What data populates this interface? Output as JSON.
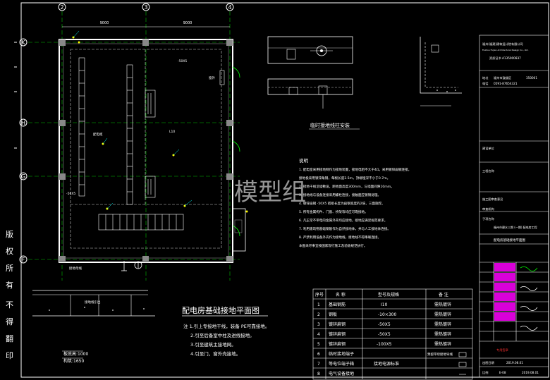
{
  "axes": {
    "columns": [
      "2",
      "3",
      "4"
    ],
    "rows": [
      "K",
      "H",
      "G",
      "F"
    ],
    "dim_top": [
      "9000",
      "9000"
    ]
  },
  "sidebar_text": [
    "版",
    "权",
    "所",
    "有",
    "不",
    "得",
    "翻",
    "印"
  ],
  "plan": {
    "title": "配电房基础接地平面图",
    "notes": [
      "注  1.引上专接地干线，装备  PE可靠接地。",
      "2.引至后备室中柱及进线接地。",
      "3.引至建筑主接地网。",
      "4.引至门，窗外壳接地。"
    ],
    "labels": {
      "busbar_top": "-50X5",
      "busbar_left": "-50X5",
      "room_label": "配电柜",
      "cable_label": "L10",
      "bottom_label": "接地母线",
      "right_label": "窗外"
    }
  },
  "detail": {
    "title": "临时接地线柱安装",
    "slab_label": "接地线引出",
    "levels": [
      "板底高:1000",
      "构筑:1650"
    ]
  },
  "instructions": {
    "heading": "说明",
    "lines": [
      "1. 配电室采用接地网作为接地装置，接地电阻不大于4Ω，采用镀锌扁钢连接。",
      "   接地极采用镀锌角钢，每根长度2.5m，顶端埋深不小于0.7m。",
      "2. 接地干线沿墙敷设，距地面高度300mm，与墙面间隙10mm。",
      "3. 接地线与设备连接采用螺栓连接，接触面应镀锡处理。",
      "4. 镀锌扁钢 -50X5 搭接长度为扁钢宽度的2倍，三面施焊。",
      "5. 所有金属构件、门窗、桥架等均应可靠接地。",
      "6. 凡正常不带电的金属外壳均应接地，接地应满足规范要求。",
      "7. 利用建筑物基础钢筋作为自然接地体，并与人工接地体连接。",
      "8. 严禁利用设备外壳作为接地线，接地线不得串联连接。",
      "   本图未尽事宜按国家现行施工及验收规范执行。"
    ]
  },
  "material_table": {
    "headers": [
      "序号",
      "名    称",
      "型号及规格",
      "备    注"
    ],
    "rows": [
      [
        "1",
        "基础钢筋",
        "Ⅰ10",
        "需热镀锌"
      ],
      [
        "2",
        "钢板",
        "-10×300",
        "需热镀锌"
      ],
      [
        "3",
        "镀锌扁钢",
        "-50X5",
        "需热镀锌"
      ],
      [
        "4",
        "镀锌扁钢",
        "-50X5",
        "需热镀锌"
      ],
      [
        "5",
        "镀锌扁钢",
        "-100X5",
        "需热镀锌"
      ],
      [
        "6",
        "临时接地端子",
        "",
        "预留带母接地导线"
      ],
      [
        "7",
        "等电位端子箱",
        "接地电源标准",
        ""
      ],
      [
        "8",
        "电气设备接地",
        "",
        ""
      ]
    ]
  },
  "title_block": {
    "company": "福州(福建)建筑设计院有限公司",
    "company_en": "Fuzhou Fujian Architectural Design Co., Ltd.",
    "cert_label": "资质证书",
    "cert_no": "A135000837",
    "addr_label": "地址",
    "addr": "福州市鼓楼区",
    "phone_label": "电话",
    "phone": "0591-87654321",
    "zip": "350001",
    "fields": [
      "建设单位",
      "工程名称",
      "施工图审查意见",
      "审查机构",
      "子项名称"
    ],
    "project_name": "福州市碧水三期 (一期) 配电房工程",
    "drawing_name": "配电房基础接地平面图",
    "red_label": "专用签章",
    "date_label": "出图日期",
    "date": "2019.08.01",
    "drawing_no": "E-08",
    "scale": "比例",
    "date2": "2019.08.01"
  },
  "watermark": "模型组",
  "colors": {
    "line": "#ffffff",
    "accent_cyan": "#00ffff",
    "accent_green": "#00ff00",
    "accent_magenta": "#ff00ff",
    "accent_red": "#ff3030",
    "accent_yellow": "#ffff00"
  }
}
